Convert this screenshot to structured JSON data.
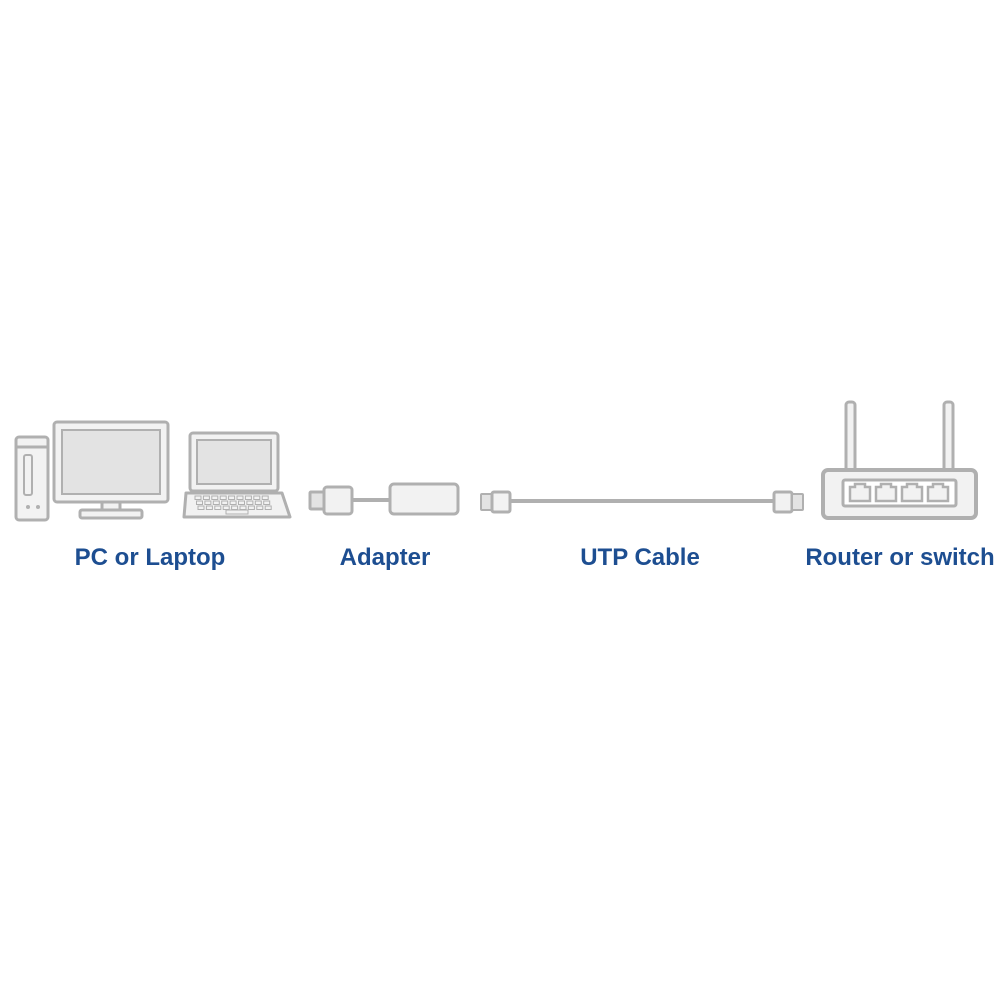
{
  "colors": {
    "outline": "#b0b0b0",
    "fill_light": "#f2f2f2",
    "fill_screen": "#e3e3e3",
    "label": "#1d4e91"
  },
  "components": [
    {
      "id": "pc",
      "label": "PC or Laptop",
      "icons": [
        "desktop-tower-icon",
        "monitor-icon",
        "laptop-icon"
      ]
    },
    {
      "id": "adapter",
      "label": "Adapter",
      "icons": [
        "usb-adapter-icon"
      ]
    },
    {
      "id": "cable",
      "label": "UTP Cable",
      "icons": [
        "utp-cable-icon"
      ]
    },
    {
      "id": "router",
      "label": "Router or switch",
      "icons": [
        "router-icon"
      ],
      "port_count": 4
    }
  ]
}
